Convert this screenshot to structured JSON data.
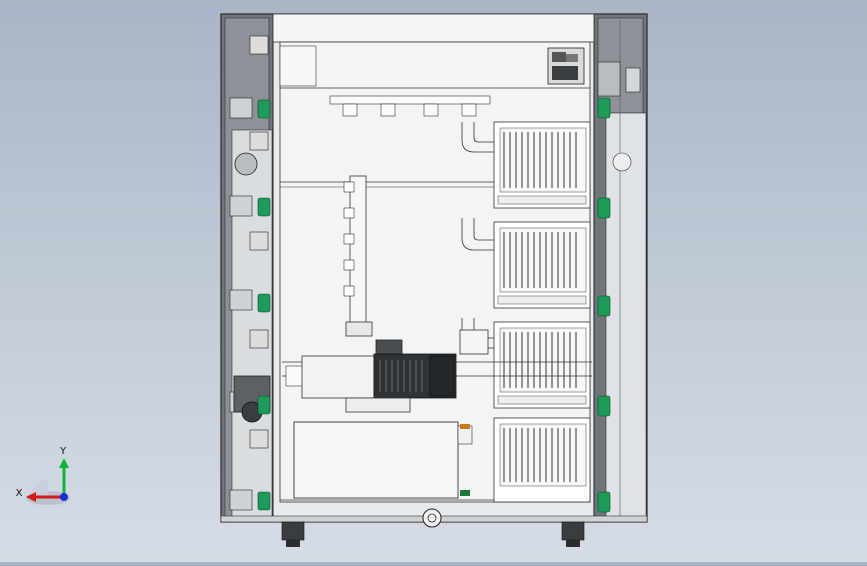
{
  "view": {
    "type": "cad-3d-viewport",
    "model": "cabinet-assembly-front-view",
    "background_top": "#a9b5c6",
    "background_bottom": "#d6dce5"
  },
  "triad": {
    "x_label": "X",
    "y_label": "Y",
    "x_color": "#d11a1a",
    "y_color": "#12b33a",
    "z_color": "#1a2fd1"
  },
  "colors": {
    "fitting_green": "#1e9a5a",
    "panel_light": "#f2f4f6",
    "frame_gray": "#8a8f94",
    "motor_dark": "#2f3236"
  }
}
